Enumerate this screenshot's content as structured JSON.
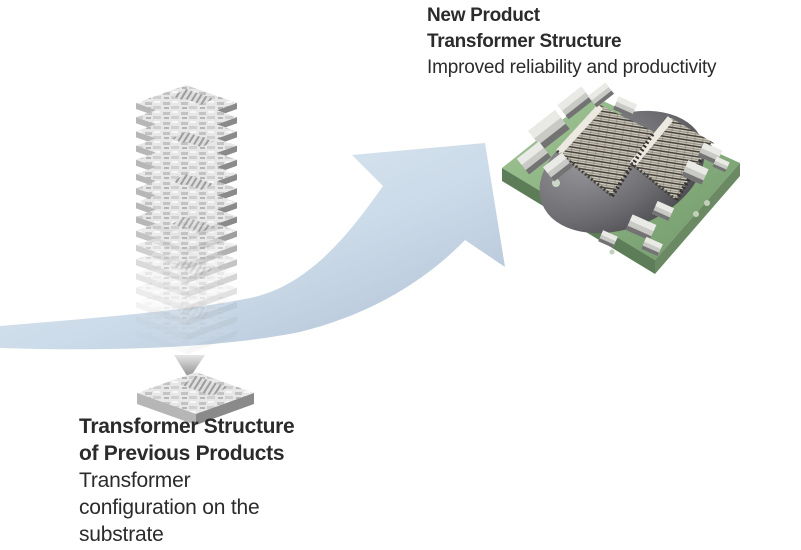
{
  "page": {
    "background": "#ffffff",
    "text_color": "#2b2b2b"
  },
  "new_product": {
    "title_line1": "New Product",
    "title_line2": "Transformer Structure",
    "subtitle": "Improved reliability and productivity"
  },
  "previous_product": {
    "title_line1": "Transformer Structure",
    "title_line2": "of Previous Products",
    "subtitle_line1": "Transformer",
    "subtitle_line2": "configuration on the",
    "subtitle_line3": "substrate"
  },
  "illustration": {
    "stack_layer_count": 17,
    "colors": {
      "arrow_light": "#e2ecf6",
      "arrow_mid": "#ccdbe9",
      "arrow_dark": "#aebfd3",
      "layer_side_dark": "#8a8a8a",
      "layer_side_light": "#b7b7b7",
      "board_green_light": "#a3c797",
      "board_green_dark": "#70986a",
      "core_gray": "#6a6a6f",
      "lamination_light": "#cfcabe",
      "lamination_dark": "#45413a"
    }
  }
}
